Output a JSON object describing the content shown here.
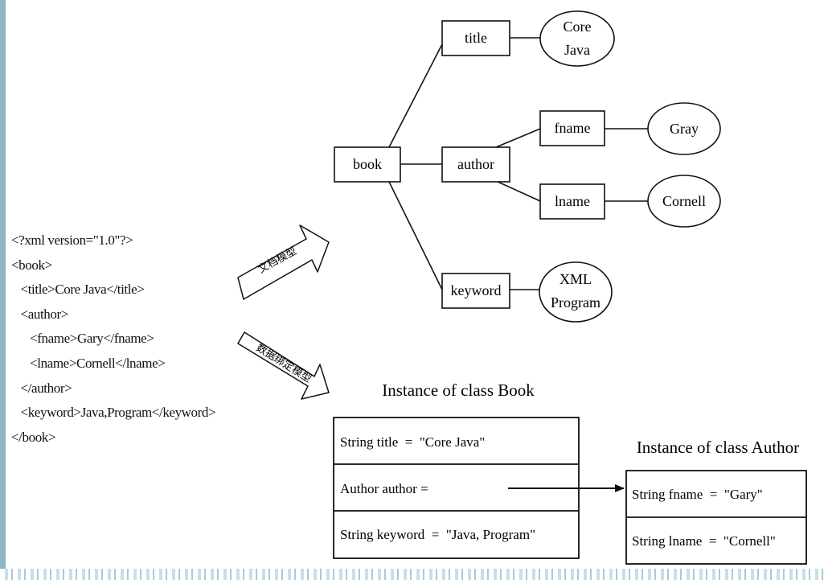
{
  "xml_lines": [
    "<?xml version=\"1.0\"?>",
    "<book>",
    "   <title>Core Java</title>",
    "   <author>",
    "      <fname>Gary</fname>",
    "      <lname>Cornell</lname>",
    "   </author>",
    "   <keyword>Java,Program</keyword>",
    "</book>"
  ],
  "arrows": {
    "upper_label": "文档模型",
    "lower_label": "数据绑定模型"
  },
  "tree": {
    "root": "book",
    "title": "title",
    "title_value": [
      "Core",
      "Java"
    ],
    "author": "author",
    "fname": "fname",
    "fname_value": "Gray",
    "lname": "lname",
    "lname_value": "Cornell",
    "keyword": "keyword",
    "keyword_value": [
      "XML",
      "Program"
    ]
  },
  "book_instance": {
    "caption": "Instance of class Book",
    "rows": [
      "String title  =  \"Core Java\"",
      "Author author =",
      "String keyword  =  \"Java, Program\""
    ]
  },
  "author_instance": {
    "caption": "Instance of class Author",
    "rows": [
      "String fname  =  \"Gary\"",
      "String lname  =  \"Cornell\""
    ]
  },
  "colors": {
    "ink": "#111111",
    "left_rule": "#8fb6c4",
    "bottom_strip": "#c8dfe8"
  }
}
